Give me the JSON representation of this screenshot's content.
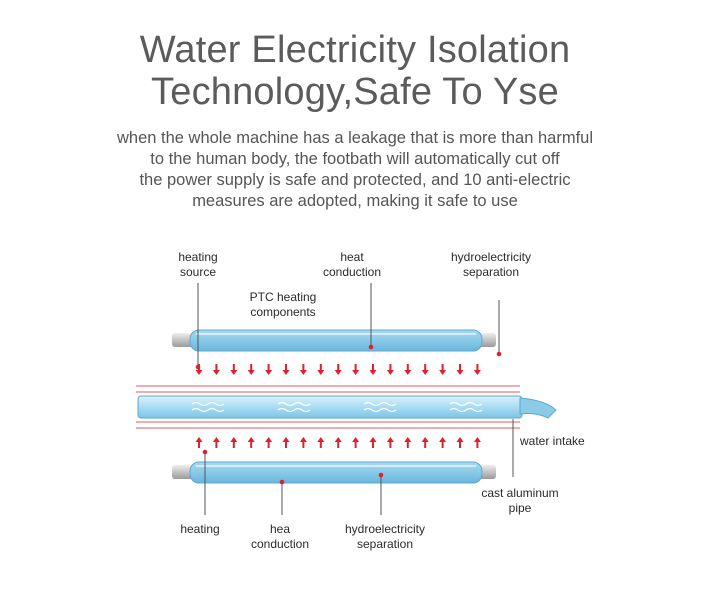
{
  "header": {
    "title_line1": "Water Electricity Isolation",
    "title_line2": "Technology,Safe To Yse"
  },
  "description": {
    "line1": "when the whole machine has a leakage that is more than harmful",
    "line2": "to the human body, the footbath will automatically cut off",
    "line3": "the power supply is safe and protected, and 10 anti-electric",
    "line4": "measures are adopted, making it safe to use"
  },
  "diagram": {
    "top_labels": {
      "heating_source_1": "heating",
      "heating_source_2": "source",
      "heat_conduction_1": "heat",
      "heat_conduction_2": "conduction",
      "hydro_sep_1": "hydroelectricity",
      "hydro_sep_2": "separation",
      "ptc_1": "PTC heating",
      "ptc_2": "components"
    },
    "right_labels": {
      "water_intake": "water intake",
      "cast_pipe_1": "cast aluminum",
      "cast_pipe_2": "pipe"
    },
    "bottom_labels": {
      "heating": "heating",
      "hea_conduction_1": "hea",
      "hea_conduction_2": "conduction",
      "hydro_sep_1": "hydroelectricity",
      "hydro_sep_2": "separation"
    },
    "colors": {
      "pipe_blue": "#8ccbe8",
      "pipe_edge": "#5aa9d3",
      "arrow_red": "#e0202c",
      "line_red": "#e87b82",
      "steel": "#c9c9c9"
    }
  }
}
